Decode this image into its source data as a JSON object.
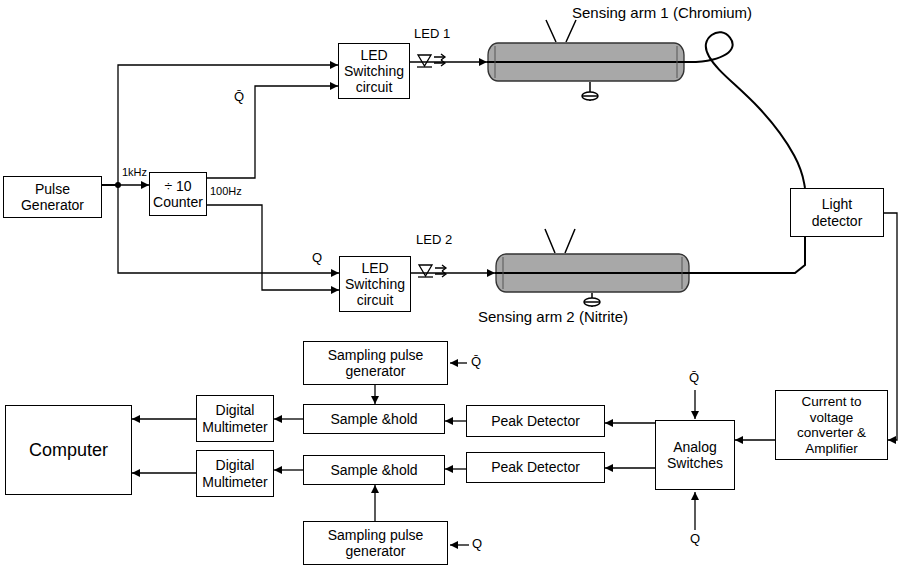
{
  "diagram": {
    "nodes": [
      {
        "text": [
          "Pulse Generator"
        ]
      },
      {
        "text": [
          "÷ 10 Counter"
        ]
      },
      {
        "text": [
          "LED Switching circuit"
        ]
      },
      {
        "text": [
          "Sensing arm 1 (Chromium)"
        ]
      },
      {
        "text": [
          "LED Switching circuit"
        ]
      },
      {
        "text": [
          "Sensing arm 2 (Nitrite)"
        ]
      },
      {
        "text": [
          "Light detector"
        ]
      },
      {
        "text": [
          "Sampling pulse generator"
        ]
      },
      {
        "text": [
          "Digital Multimeter"
        ]
      },
      {
        "text": [
          "Sample &hold"
        ]
      },
      {
        "text": [
          "Peak Detector"
        ]
      },
      {
        "text": [
          "Current to voltage converter & Amplifier"
        ]
      },
      {
        "text": [
          "Analog Switches"
        ]
      },
      {
        "text": [
          "Computer"
        ]
      },
      {
        "text": [
          "Digital Multimeter"
        ]
      },
      {
        "text": [
          "Sample &hold"
        ]
      },
      {
        "text": [
          "Peak Detector"
        ]
      },
      {
        "text": [
          "Sampling pulse generator"
        ]
      }
    ],
    "edges": [
      {
        "from": 0,
        "to": 2,
        "arrow": "to"
      },
      {
        "from": 0,
        "to": 1,
        "arrow": "to"
      },
      {
        "from": 0,
        "to": 4,
        "arrow": "to"
      },
      {
        "from": 1,
        "to": 2,
        "arrow": "to"
      },
      {
        "from": 1,
        "to": 4,
        "arrow": "to"
      },
      {
        "from": 2,
        "to": 3,
        "arrow": "to"
      },
      {
        "from": 4,
        "to": 5,
        "arrow": "to"
      },
      {
        "from": 3,
        "to": 6,
        "arrow": "none"
      },
      {
        "from": 5,
        "to": 6,
        "arrow": "none"
      },
      {
        "from": 6,
        "to": 11,
        "arrow": "to"
      },
      {
        "from": 11,
        "to": 12,
        "arrow": "to"
      },
      {
        "from": 12,
        "to": 10,
        "arrow": "to"
      },
      {
        "from": 12,
        "to": 16,
        "arrow": "to"
      },
      {
        "from": 10,
        "to": 9,
        "arrow": "to"
      },
      {
        "from": 16,
        "to": 15,
        "arrow": "to"
      },
      {
        "from": 7,
        "to": 9,
        "arrow": "to"
      },
      {
        "from": 17,
        "to": 15,
        "arrow": "to"
      },
      {
        "from": 9,
        "to": 8,
        "arrow": "to"
      },
      {
        "from": 15,
        "to": 14,
        "arrow": "to"
      },
      {
        "from": 8,
        "to": 13,
        "arrow": "to"
      },
      {
        "from": 14,
        "to": 13,
        "arrow": "to"
      }
    ],
    "labels": [
      "LED 1",
      "Q̄",
      "1kHz",
      "100Hz",
      "LED 2",
      "Q",
      "Q̄",
      "Q̄",
      "Q",
      "Q"
    ]
  }
}
